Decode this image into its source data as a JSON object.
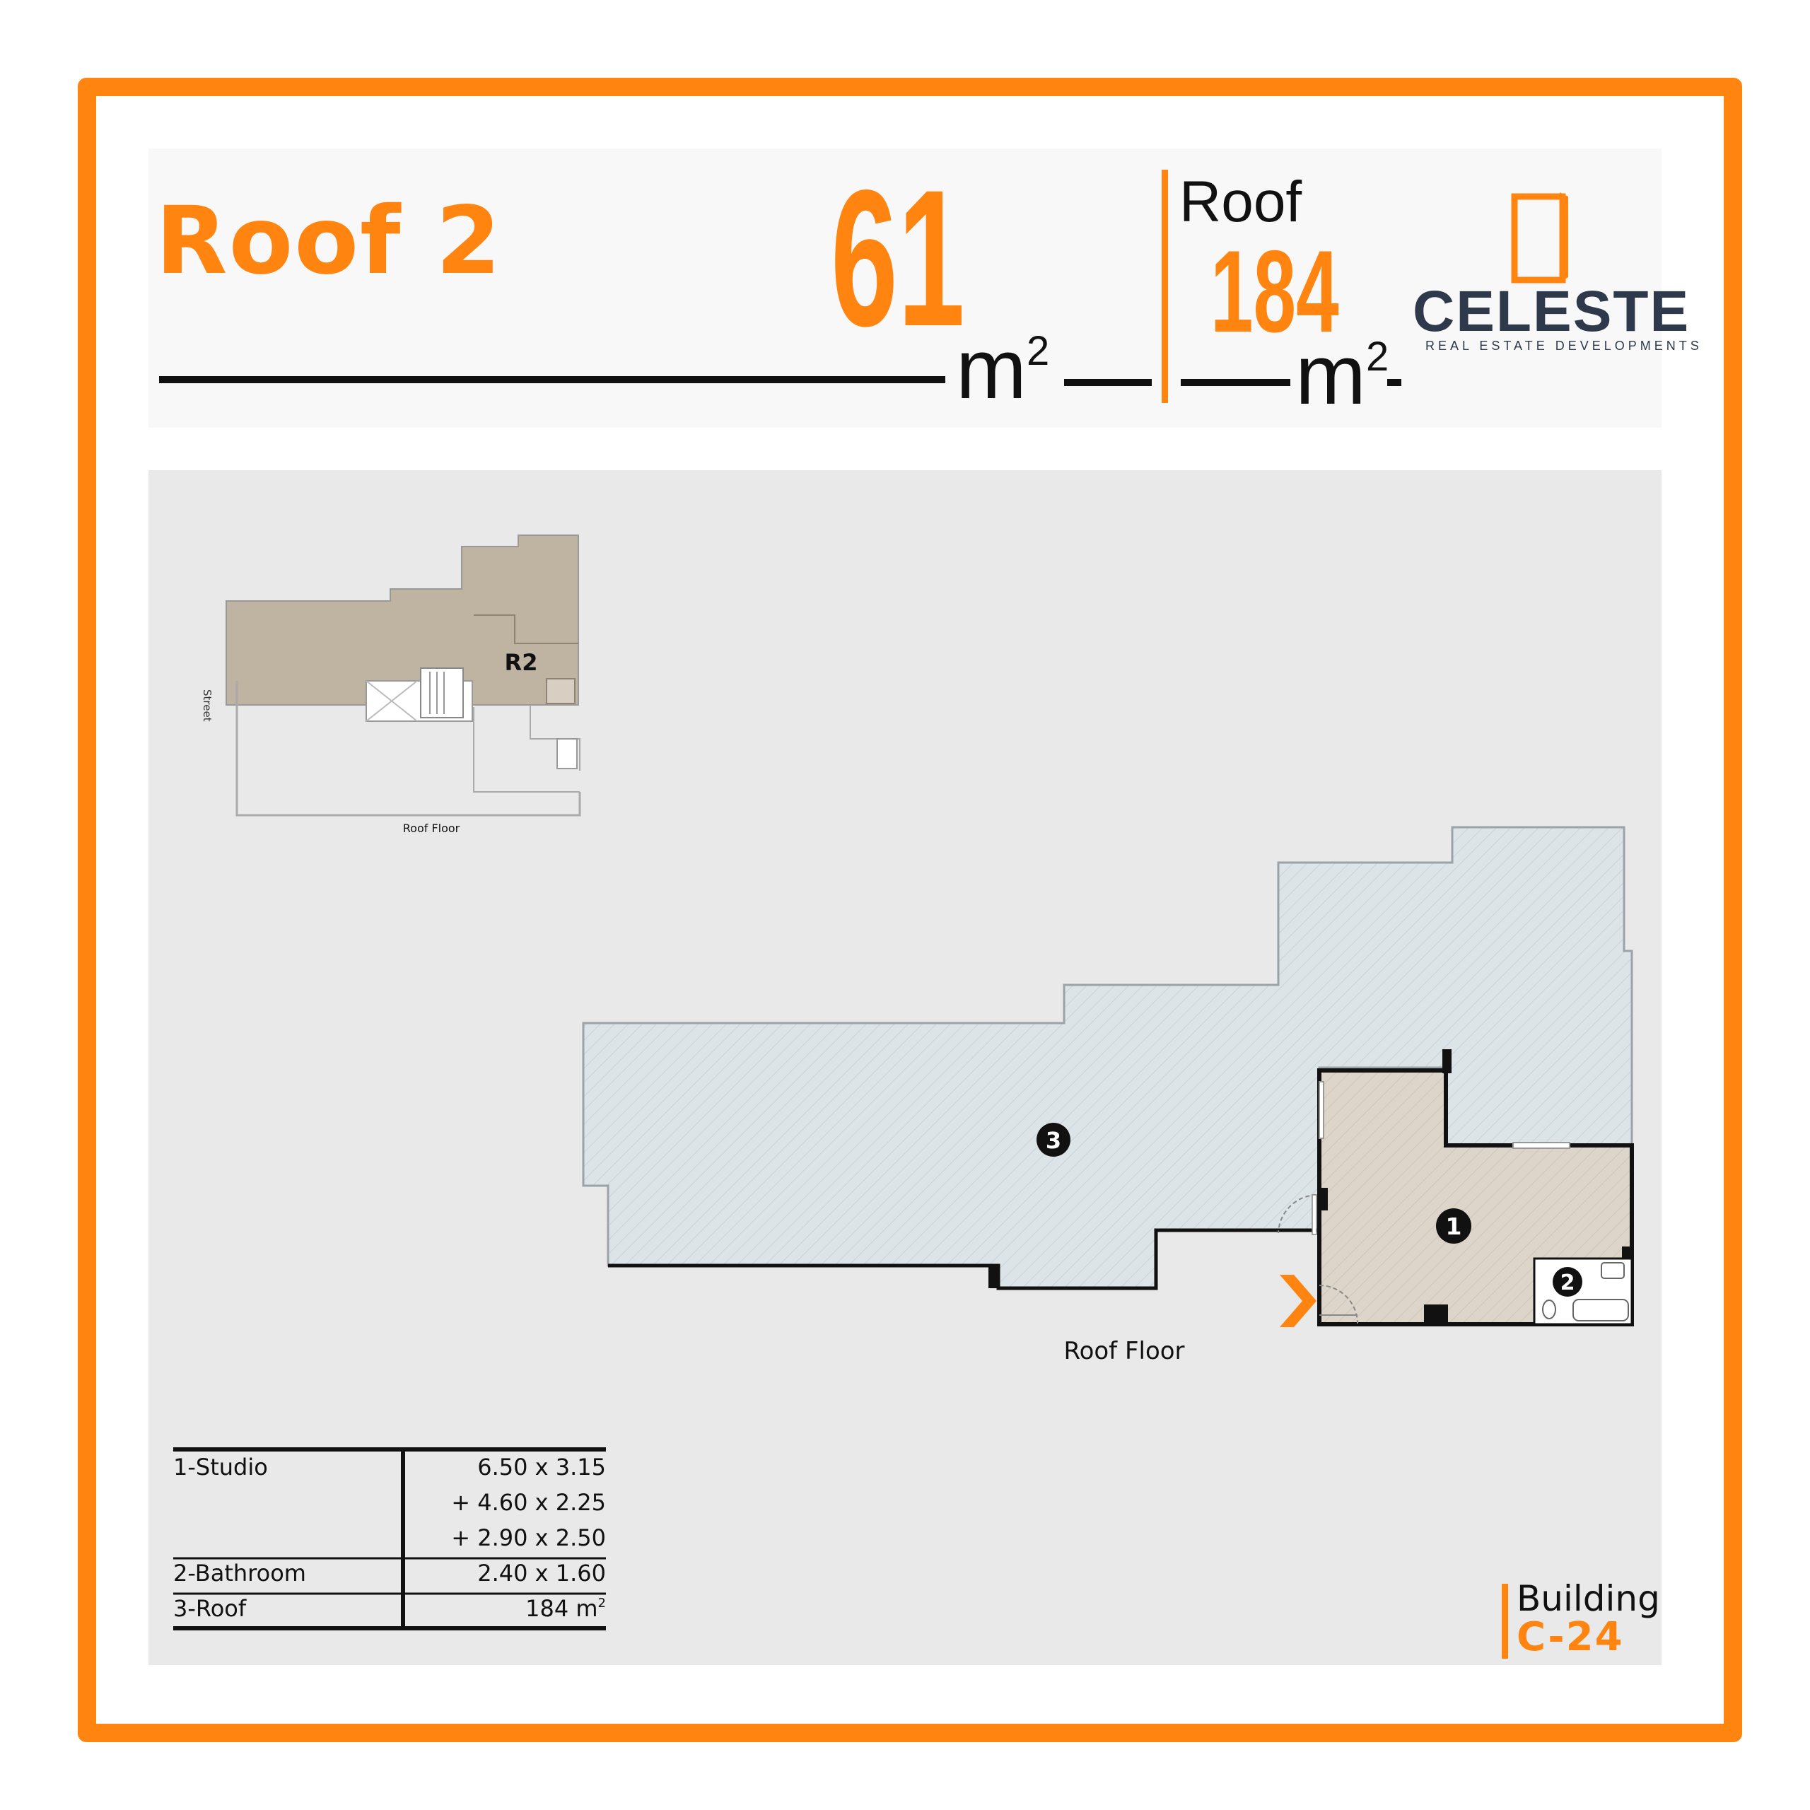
{
  "header": {
    "title": "Roof 2",
    "unit_area": "61",
    "unit_area_unit": "m",
    "unit_area_exp": "2",
    "roof_label": "Roof",
    "roof_area": "184",
    "roof_area_unit": "m",
    "roof_area_exp": "2"
  },
  "brand": {
    "name": "CELESTE",
    "tagline": "REAL ESTATE DEVELOPMENTS",
    "color": "#2e3a4b"
  },
  "keyplan": {
    "unit_label": "R2",
    "street_label": "Street",
    "floor_label": "Roof Floor"
  },
  "plan": {
    "floor_label": "Roof Floor",
    "markers": [
      "1",
      "2",
      "3"
    ]
  },
  "rooms": [
    {
      "name": "1-Studio",
      "dims": [
        "6.50 x 3.15",
        "+ 4.60 x 2.25",
        "+ 2.90 x 2.50"
      ]
    },
    {
      "name": "2-Bathroom",
      "dims": [
        "2.40 x 1.60"
      ]
    },
    {
      "name": "3-Roof",
      "dims": [
        "184 m"
      ],
      "dims_exp": "2"
    }
  ],
  "building": {
    "label": "Building",
    "code": "C-24"
  },
  "colors": {
    "accent": "#ff8410",
    "plan_background": "#e9e9e9",
    "roof_fill": "#dde4e8",
    "studio_fill": "#ddd5ca",
    "keyplan_fill": "#bfb3a2"
  }
}
